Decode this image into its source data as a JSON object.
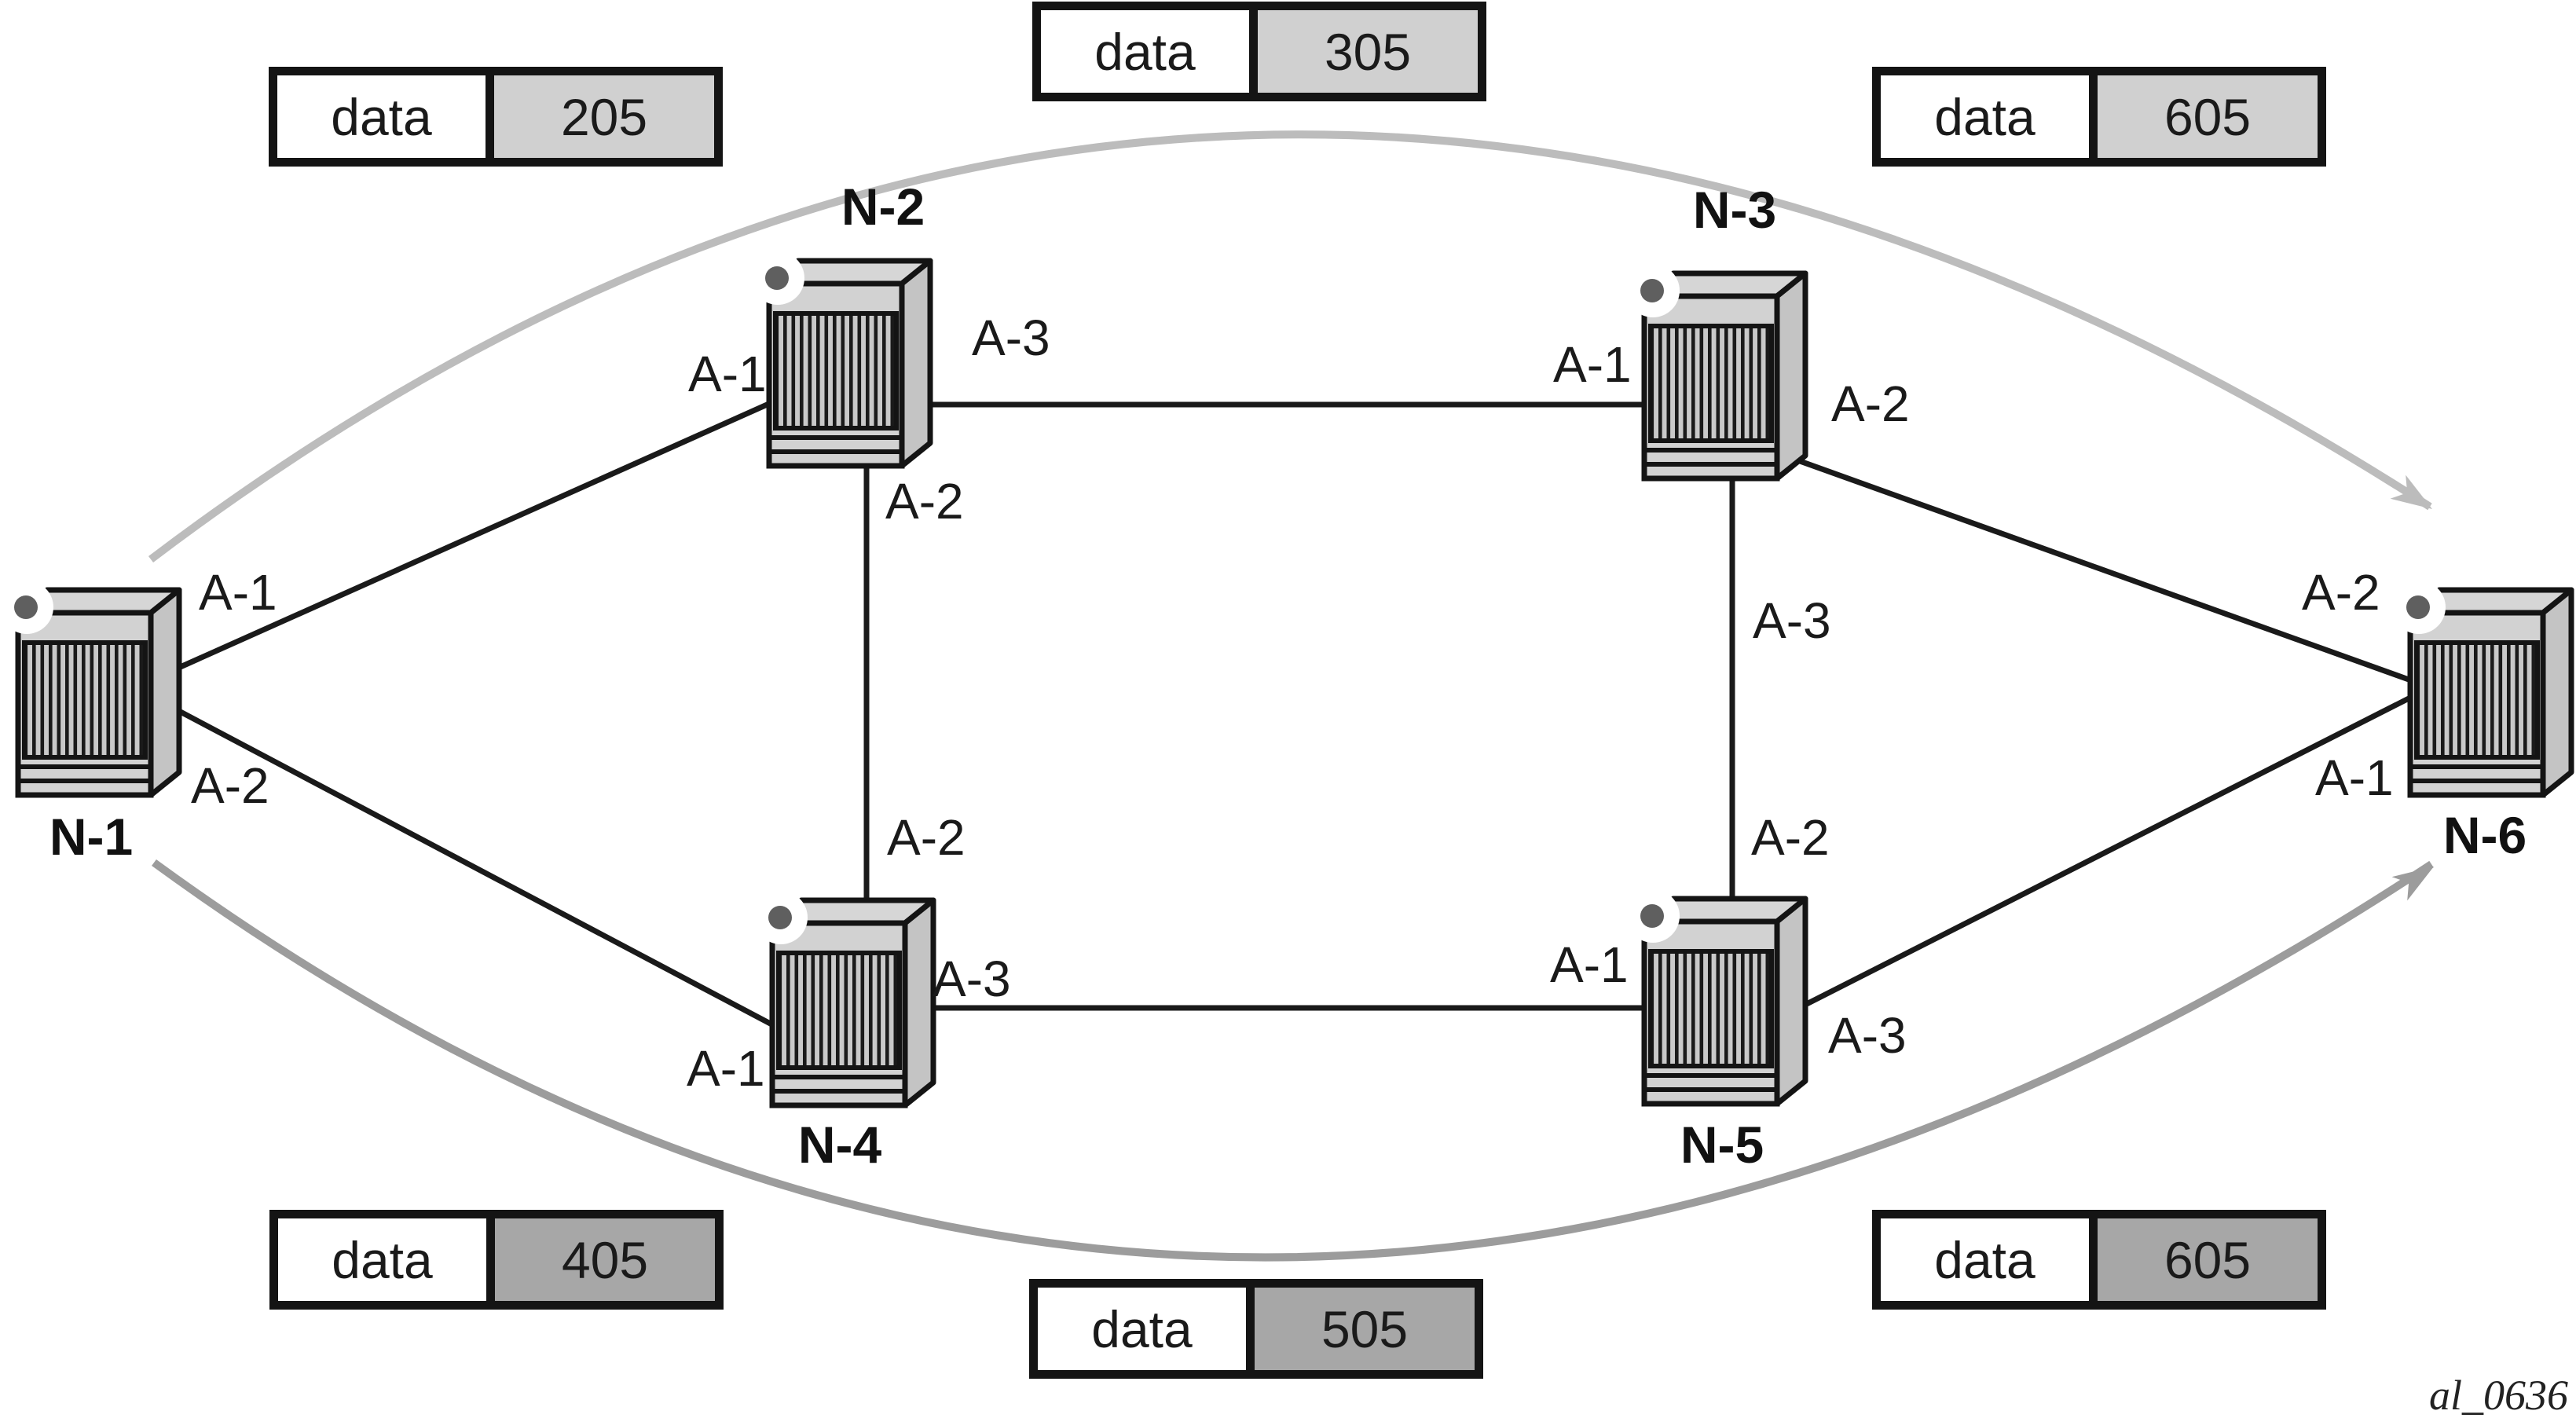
{
  "diagram": {
    "watermark": "al_0636",
    "description": "Six-node network topology with two data flows from N-1 to N-6"
  },
  "colors": {
    "link": "#1a1a1a",
    "flow_arrow_top": "#bcbcbc",
    "flow_arrow_bottom": "#9c9c9c",
    "box_value_light": "#d0d0d0",
    "box_value_dark": "#a7a7a7",
    "node_front": "#d2d2d2",
    "node_side": "#c4c4c4",
    "node_top": "#d6d6d6",
    "port_dot": "#5f5f5f"
  },
  "nodes": [
    {
      "id": "n1",
      "label": "N-1",
      "ports": {
        "a1": "A-1",
        "a2": "A-2"
      }
    },
    {
      "id": "n2",
      "label": "N-2",
      "ports": {
        "a1": "A-1",
        "a2": "A-2",
        "a3": "A-3"
      }
    },
    {
      "id": "n3",
      "label": "N-3",
      "ports": {
        "a1": "A-1",
        "a2": "A-2",
        "a3": "A-3"
      }
    },
    {
      "id": "n4",
      "label": "N-4",
      "ports": {
        "a1": "A-1",
        "a2": "A-2",
        "a3": "A-3"
      }
    },
    {
      "id": "n5",
      "label": "N-5",
      "ports": {
        "a1": "A-1",
        "a2": "A-2",
        "a3": "A-3"
      }
    },
    {
      "id": "n6",
      "label": "N-6",
      "ports": {
        "a1": "A-1",
        "a2": "A-2"
      }
    }
  ],
  "data_boxes": [
    {
      "label": "data",
      "value": "205",
      "tone": "light",
      "position": "top-left"
    },
    {
      "label": "data",
      "value": "305",
      "tone": "light",
      "position": "top-center"
    },
    {
      "label": "data",
      "value": "605",
      "tone": "light",
      "position": "top-right"
    },
    {
      "label": "data",
      "value": "405",
      "tone": "dark",
      "position": "bottom-left"
    },
    {
      "label": "data",
      "value": "505",
      "tone": "dark",
      "position": "bottom-center"
    },
    {
      "label": "data",
      "value": "605",
      "tone": "dark",
      "position": "bottom-right"
    }
  ],
  "links": [
    {
      "from": "N-1:A-1",
      "to": "N-2:A-1"
    },
    {
      "from": "N-1:A-2",
      "to": "N-4:A-1"
    },
    {
      "from": "N-2:A-3",
      "to": "N-3:A-1"
    },
    {
      "from": "N-2:A-2",
      "to": "N-4:A-2"
    },
    {
      "from": "N-3:A-3",
      "to": "N-5:A-2"
    },
    {
      "from": "N-4:A-3",
      "to": "N-5:A-1"
    },
    {
      "from": "N-3:A-2",
      "to": "N-6:A-2"
    },
    {
      "from": "N-5:A-3",
      "to": "N-6:A-1"
    }
  ],
  "flow_arrows": [
    {
      "name": "top",
      "from": "N-1",
      "to": "N-6"
    },
    {
      "name": "bottom",
      "from": "N-1",
      "to": "N-6"
    }
  ]
}
